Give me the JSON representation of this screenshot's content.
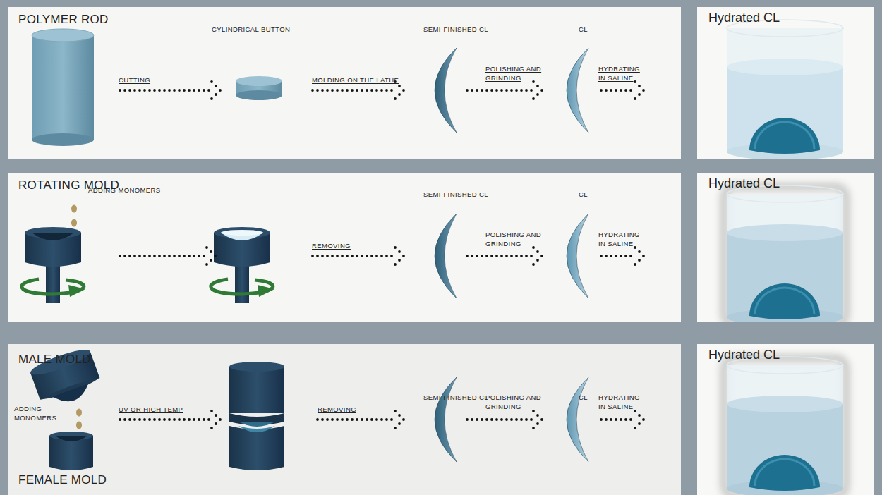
{
  "diagram": {
    "nodes": [
      {
        "text": [
          "POLYMER ROD",
          "CYLINDRICAL BUTTON",
          "SEMI-FINISHED CL",
          "CL",
          "CUTTING",
          "MOLDING ON THE LATHE",
          "POLISHING AND GRINDING",
          "HYDRATING IN SALINE"
        ]
      },
      {
        "text": [
          "Hydrated CL"
        ]
      },
      {
        "text": [
          "ROTATING MOLD",
          "ADDING MONOMERS",
          "SEMI-FINISHED CL",
          "CL",
          "REMOVING",
          "POLISHING AND GRINDING",
          "HYDRATING IN SALINE"
        ]
      },
      {
        "text": [
          "Hydrated CL"
        ]
      },
      {
        "text": [
          "MALE MOLD",
          "ADDING MONOMERS",
          "FEMALE MOLD",
          "SEMI-FINISHED CL",
          "CL",
          "UV OR HIGH TEMP",
          "REMOVING",
          "POLISHING AND GRINDING",
          "HYDRATING IN SALINE"
        ]
      },
      {
        "text": [
          "Hydrated CL"
        ]
      }
    ]
  }
}
